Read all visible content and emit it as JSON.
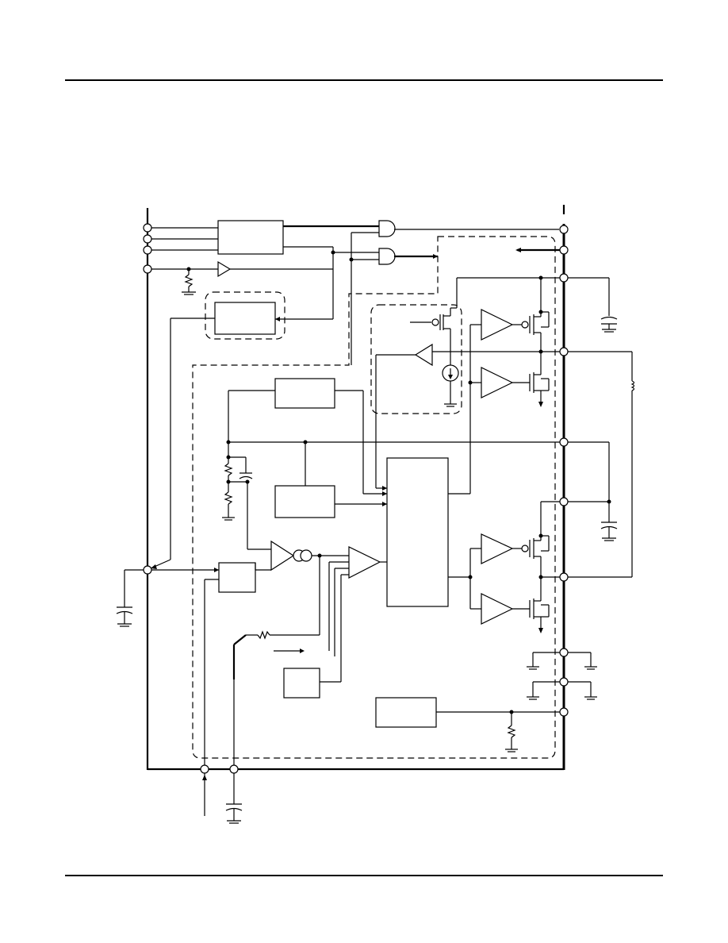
{
  "page": {
    "background": "#ffffff",
    "ink": "#000000"
  },
  "diagram": {
    "kind": "block-diagram",
    "text_labels": [],
    "blocks": [
      "logic-block",
      "oscillator-block",
      "reference-block",
      "bias-block",
      "pwm-logic-block",
      "softstart-block",
      "thermal-block",
      "current-sense-block"
    ]
  }
}
